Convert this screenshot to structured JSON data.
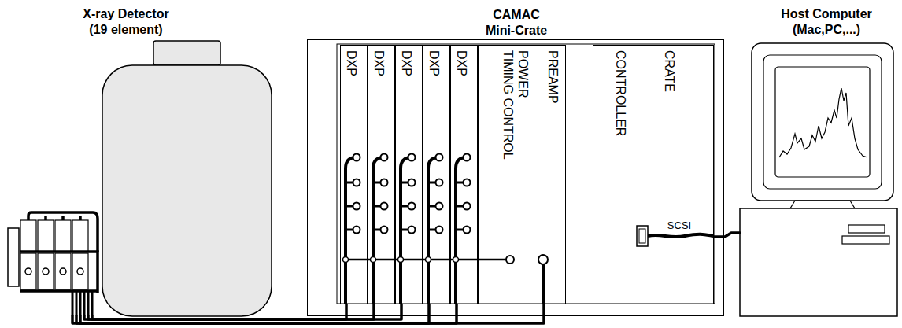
{
  "diagram": {
    "nodes": [
      {
        "text": [
          "X-ray Detector (19 element)"
        ]
      },
      {
        "text": [
          "CAMAC Mini-Crate"
        ]
      },
      {
        "text": [
          "DXP"
        ],
        "in": 1
      },
      {
        "text": [
          "DXP"
        ],
        "in": 1
      },
      {
        "text": [
          "DXP"
        ],
        "in": 1
      },
      {
        "text": [
          "DXP"
        ],
        "in": 1
      },
      {
        "text": [
          "DXP"
        ],
        "in": 1
      },
      {
        "text": [
          "PREAMP",
          "POWER",
          "TIMING CONTROL"
        ],
        "in": 1
      },
      {
        "text": [
          "CRATE CONTROLLER"
        ],
        "in": 1
      },
      {
        "text": [
          "Host Computer (Mac,PC,...)"
        ]
      }
    ],
    "edges": [
      {
        "from": 0,
        "to": 2,
        "arrow": "none"
      },
      {
        "from": 0,
        "to": 3,
        "arrow": "none"
      },
      {
        "from": 0,
        "to": 4,
        "arrow": "none"
      },
      {
        "from": 0,
        "to": 5,
        "arrow": "none"
      },
      {
        "from": 0,
        "to": 6,
        "arrow": "none"
      },
      {
        "from": 0,
        "to": 7,
        "arrow": "none"
      },
      {
        "from": 8,
        "to": 9,
        "label": "SCSI",
        "arrow": "none"
      }
    ]
  }
}
